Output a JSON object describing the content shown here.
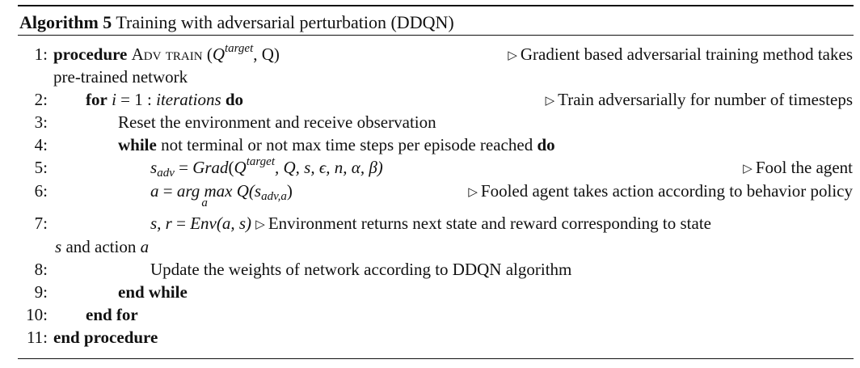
{
  "algorithm": {
    "label": "Algorithm 5",
    "title": "Training with adversarial perturbation (DDQN)"
  },
  "lines": [
    {
      "num": "1:",
      "kw": "procedure",
      "name": "Adv train",
      "args_open": "(",
      "Q": "Q",
      "target": "target",
      "args_rest": ", Q)",
      "comment": "Gradient based adversarial training method takes",
      "wrap": "pre-trained network"
    },
    {
      "num": "2:",
      "kw": "for",
      "expr_i": "i",
      "expr_eq": " = 1 : ",
      "expr_it": "iterations",
      "kw2": "do",
      "comment": "Train adversarially for number of timesteps"
    },
    {
      "num": "3:",
      "text": "Reset the environment and receive observation"
    },
    {
      "num": "4:",
      "kw": "while",
      "text": " not terminal or not max time steps per episode reached ",
      "kw2": "do"
    },
    {
      "num": "5:",
      "s": "s",
      "adv": "adv",
      "eq": " = ",
      "grad": "Grad",
      "open": "(",
      "Q": "Q",
      "target": "target",
      "rest": ", Q, s, ϵ, n, α, β)",
      "comment": "Fool the agent"
    },
    {
      "num": "6:",
      "a": "a",
      "eq": " = ",
      "argmax": "arg max",
      "under": "a",
      "Q": " Q(s",
      "sub": "adv,a",
      "close": ")",
      "comment": "Fooled agent takes action according to behavior policy"
    },
    {
      "num": "7:",
      "lhs": "s, r",
      "eq": " = ",
      "env": "Env",
      "args": "(a, s)",
      "comment": "Environment returns next state and reward corresponding to state",
      "wrap_s": "s",
      "wrap_mid": " and action ",
      "wrap_a": "a"
    },
    {
      "num": "8:",
      "text": "Update the weights of network according to DDQN algorithm"
    },
    {
      "num": "9:",
      "kw": "end while"
    },
    {
      "num": "10:",
      "kw": "end for"
    },
    {
      "num": "11:",
      "kw": "end procedure"
    }
  ],
  "comment_marker": "▷"
}
